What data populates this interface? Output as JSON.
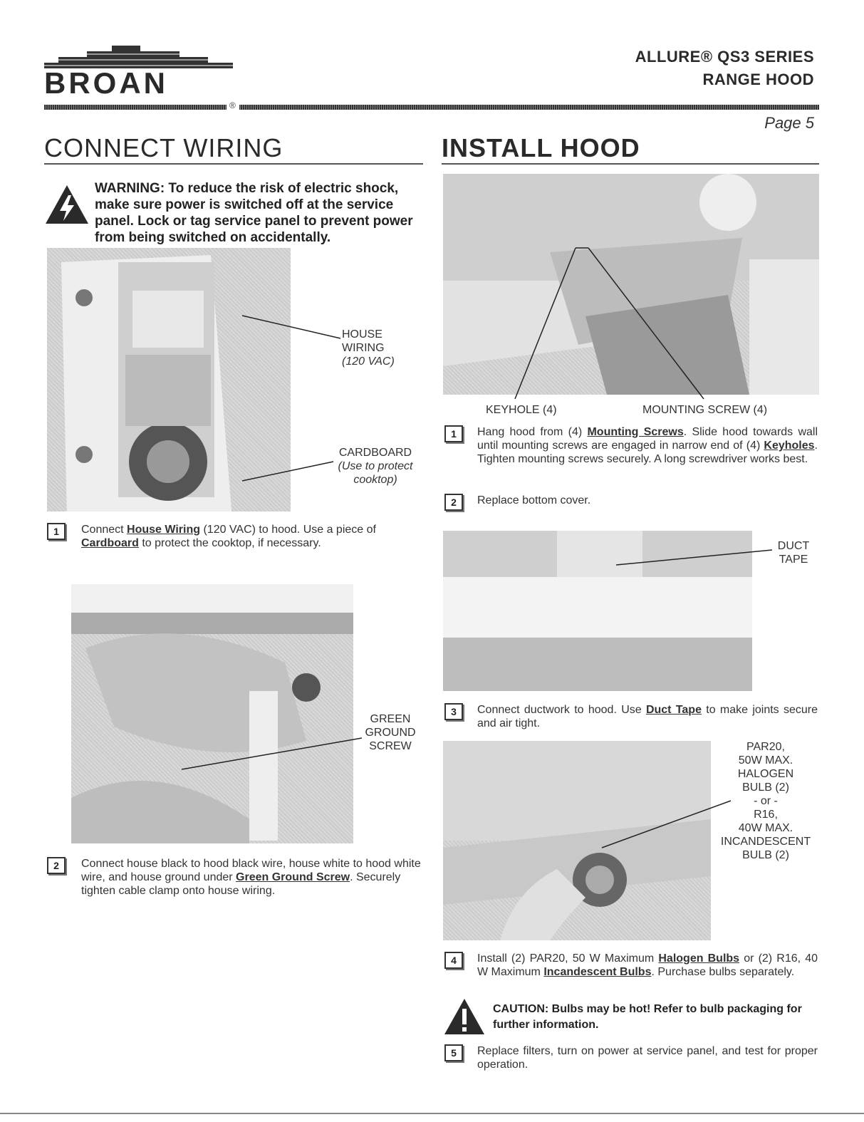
{
  "header": {
    "brand": "BROAN",
    "registered": "®",
    "series": "ALLURE® QS3 SERIES",
    "product": "RANGE HOOD",
    "page": "Page 5"
  },
  "left": {
    "title": "CONNECT WIRING",
    "warning": "WARNING: To reduce the risk of electric shock, make sure power is switched off at the service panel. Lock or tag service panel to prevent power from being switched on accidentally.",
    "photo1": {
      "house_wiring": [
        "HOUSE",
        "WIRING"
      ],
      "house_wiring_note": "(120 VAC)",
      "cardboard": "CARDBOARD",
      "cardboard_note": [
        "(Use to protect",
        "cooktop)"
      ]
    },
    "step1": {
      "num": "1",
      "a": "Connect ",
      "link1": "House Wiring",
      "b": " (120 VAC) to hood. Use a piece of ",
      "link2": "Cardboard",
      "c": " to protect the cooktop, if necessary."
    },
    "photo2": {
      "label": [
        "GREEN",
        "GROUND",
        "SCREW"
      ]
    },
    "step2": {
      "num": "2",
      "a": "Connect house black to hood black wire, house white to hood white wire, and house ground under ",
      "link1": "Green Ground Screw",
      "b": ". Securely tighten cable clamp onto house wiring."
    }
  },
  "right": {
    "title": "INSTALL HOOD",
    "photo1": {
      "keyhole": "KEYHOLE (4)",
      "screw": "MOUNTING SCREW (4)"
    },
    "step1": {
      "num": "1",
      "a": "Hang hood from (4) ",
      "link1": "Mounting Screws",
      "b": ". Slide hood towards wall until mounting screws are engaged in narrow end of (4) ",
      "link2": "Keyholes",
      "c": ". Tighten mounting screws securely. A long screwdriver works best."
    },
    "step2": {
      "num": "2",
      "text": "Replace bottom cover."
    },
    "photo2": {
      "label": [
        "DUCT",
        "TAPE"
      ]
    },
    "step3": {
      "num": "3",
      "a": "Connect ductwork to hood. Use ",
      "link1": "Duct Tape",
      "b": " to make joints secure and air tight."
    },
    "photo3": {
      "label": [
        "PAR20,",
        "50W MAX.",
        "HALOGEN",
        "BULB (2)",
        "- or -",
        "R16,",
        "40W MAX.",
        "INCANDESCENT",
        "BULB (2)"
      ]
    },
    "step4": {
      "num": "4",
      "a": "Install (2) PAR20, 50 W Maximum ",
      "link1": "Halogen Bulbs",
      "b": " or (2) R16, 40 W Maximum ",
      "link2": "Incandescent Bulbs",
      "c": ". Purchase bulbs separately."
    },
    "caution": "CAUTION: Bulbs may be hot! Refer to bulb packaging for further information.",
    "step5": {
      "num": "5",
      "text": "Replace filters, turn on power at service panel, and test for proper operation."
    }
  }
}
